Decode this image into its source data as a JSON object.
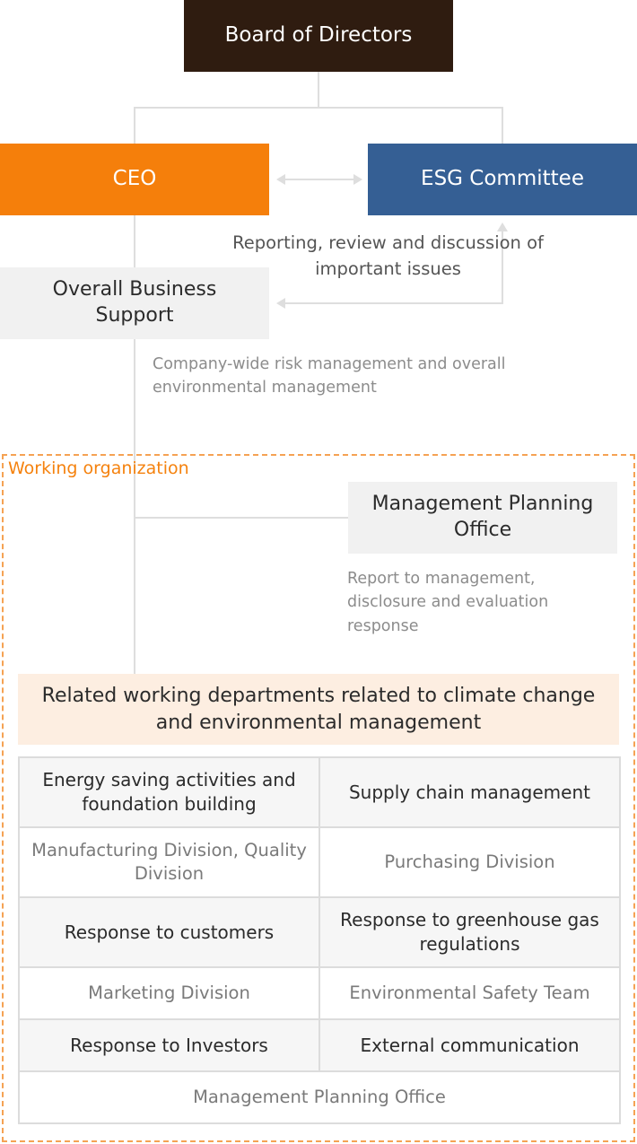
{
  "nodes": {
    "board": "Board of Directors",
    "ceo": "CEO",
    "esg": "ESG Committee",
    "overall_support": "Overall Business Support",
    "mpo": "Management Planning Office"
  },
  "notes": {
    "reporting": "Reporting, review and discussion of important issues",
    "company_wide": "Company-wide risk management and overall environmental management",
    "mpo_report": "Report to management, disclosure and evaluation response"
  },
  "working": {
    "label": "Working organization",
    "related_title": "Related working departments related to climate change and environmental management"
  },
  "table": {
    "r1": {
      "left": "Energy saving activities and foundation building",
      "right": "Supply chain management"
    },
    "r2": {
      "left": "Manufacturing Division, Quality Division",
      "right": "Purchasing Division"
    },
    "r3": {
      "left": "Response to customers",
      "right": "Response to greenhouse gas regulations"
    },
    "r4": {
      "left": "Marketing Division",
      "right": "Environmental Safety Team"
    },
    "r5": {
      "left": "Response to Investors",
      "right": "External communication"
    },
    "r6": {
      "full": "Management Planning Office"
    }
  },
  "colors": {
    "board": "#2f1c10",
    "ceo": "#f57f0b",
    "esg": "#355f94",
    "working_frame": "#f5a253",
    "related_bg": "#fdeee1"
  }
}
